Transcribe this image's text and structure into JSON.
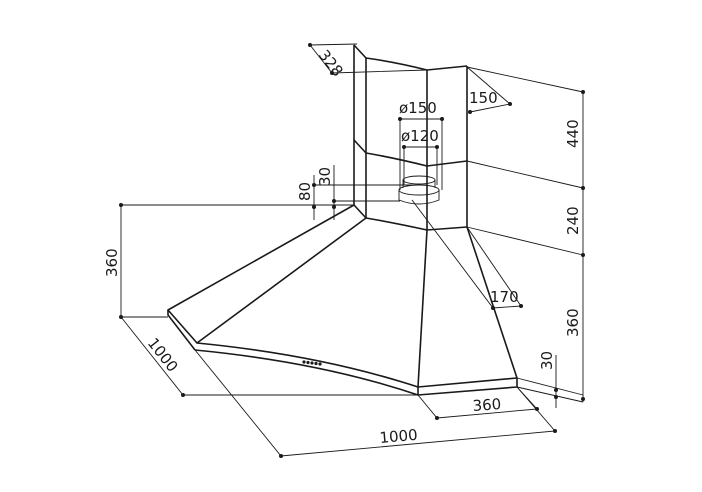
{
  "drawing": {
    "title": "Corner cooker hood dimensions",
    "dimensions": {
      "chimney_depth": "328",
      "chimney_width": "150",
      "outlet_outer_diameter": "ø150",
      "outlet_inner_diameter": "ø120",
      "outlet_offset_80": "80",
      "outlet_offset_30": "30",
      "chimney_upper_height": "440",
      "chimney_lower_height": "240",
      "hood_height_left": "360",
      "hood_height_right": "360",
      "front_panel_depth": "170",
      "rim_height": "30",
      "front_width": "360",
      "side_left": "1000",
      "side_bottom": "1000"
    }
  }
}
